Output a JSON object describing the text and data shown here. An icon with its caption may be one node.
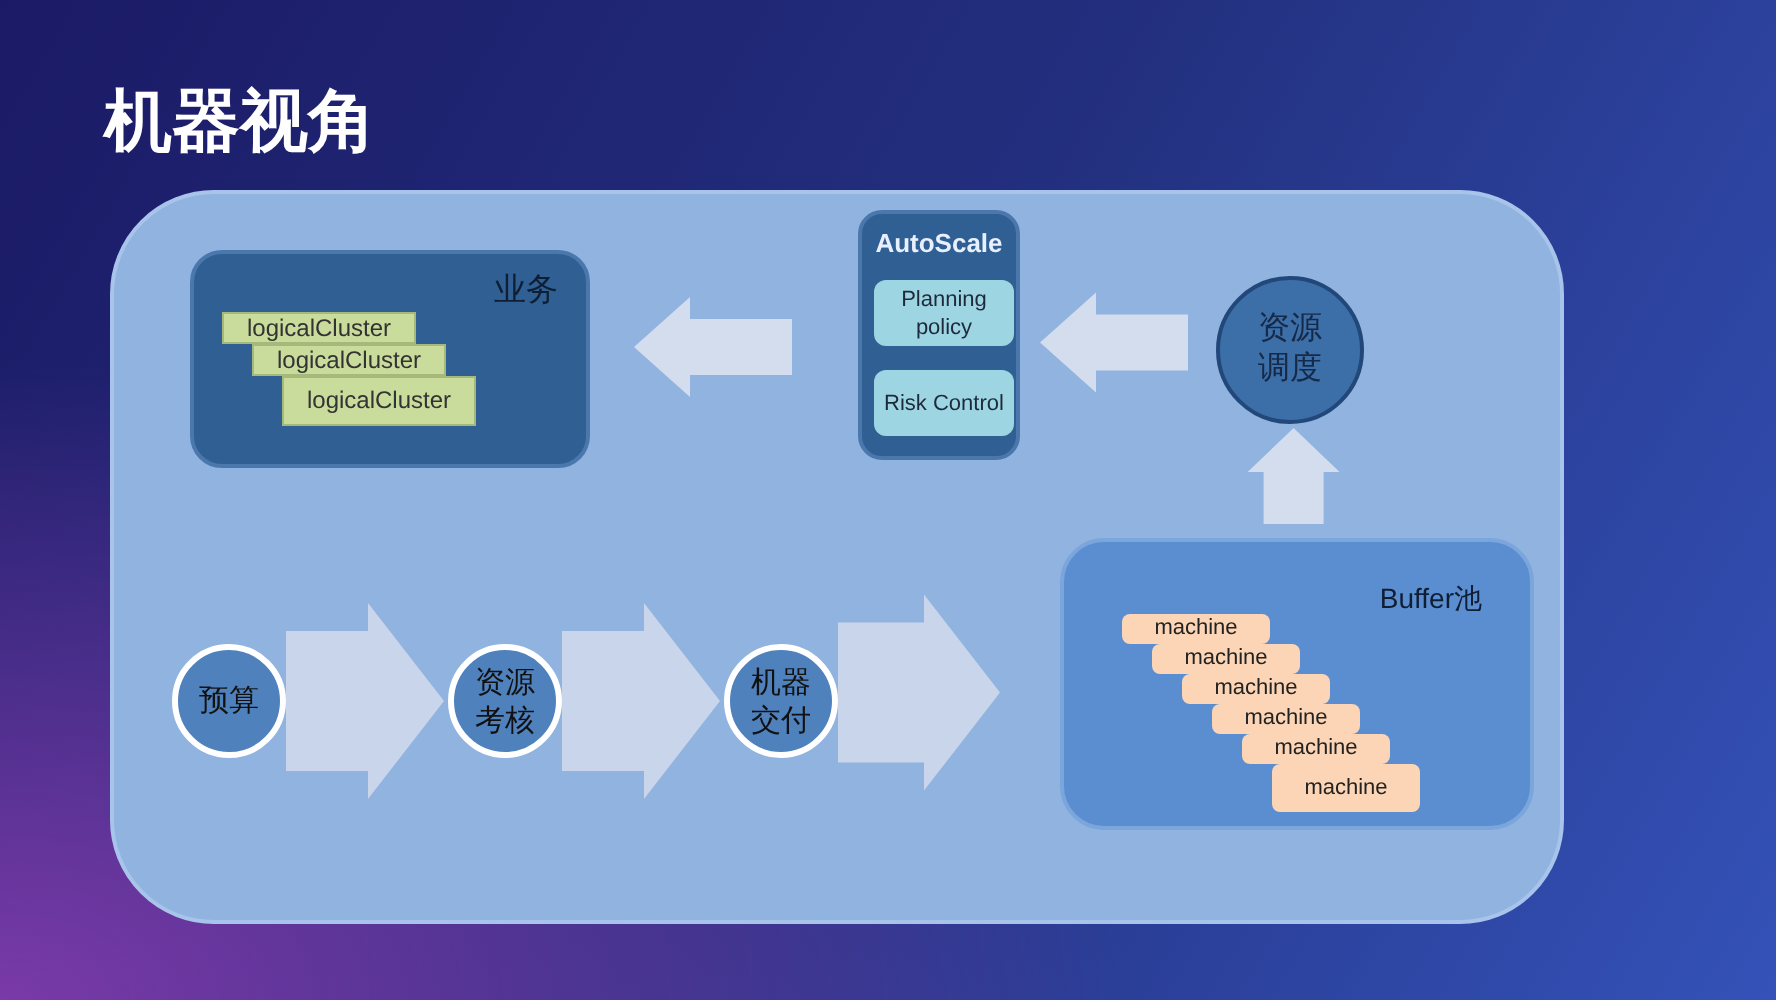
{
  "diagram": {
    "title": "机器视角",
    "nodes": [
      {
        "text": [],
        "shape": "box"
      },
      {
        "text": [
          "业务"
        ],
        "in": 0
      },
      {
        "text": [
          "logicalCluster"
        ],
        "in": 1
      },
      {
        "text": [
          "logicalCluster"
        ],
        "in": 1
      },
      {
        "text": [
          "logicalCluster"
        ],
        "in": 1
      },
      {
        "text": [
          "AutoScale"
        ],
        "in": 0
      },
      {
        "text": [
          "Planning policy"
        ],
        "in": 5
      },
      {
        "text": [
          "Risk Control"
        ],
        "in": 5
      },
      {
        "text": [
          "资源调度"
        ],
        "in": 0
      },
      {
        "text": [
          "Buffer池"
        ],
        "in": 0
      },
      {
        "text": [
          "machine"
        ],
        "in": 9
      },
      {
        "text": [
          "machine"
        ],
        "in": 9
      },
      {
        "text": [
          "machine"
        ],
        "in": 9
      },
      {
        "text": [
          "machine"
        ],
        "in": 9
      },
      {
        "text": [
          "machine"
        ],
        "in": 9
      },
      {
        "text": [
          "machine"
        ],
        "in": 9
      },
      {
        "text": [
          "预算"
        ],
        "in": 0
      },
      {
        "text": [
          "资源考核"
        ],
        "in": 0
      },
      {
        "text": [
          "机器交付"
        ],
        "in": 0
      }
    ],
    "edges": [
      {
        "from": 8,
        "to": 5,
        "arrow": "to"
      },
      {
        "from": 5,
        "to": 1,
        "arrow": "to"
      },
      {
        "from": 9,
        "to": 8,
        "arrow": "to"
      },
      {
        "from": 16,
        "to": 17,
        "arrow": "to"
      },
      {
        "from": 17,
        "to": 18,
        "arrow": "to"
      },
      {
        "from": 18,
        "to": 9,
        "arrow": "to"
      }
    ]
  }
}
